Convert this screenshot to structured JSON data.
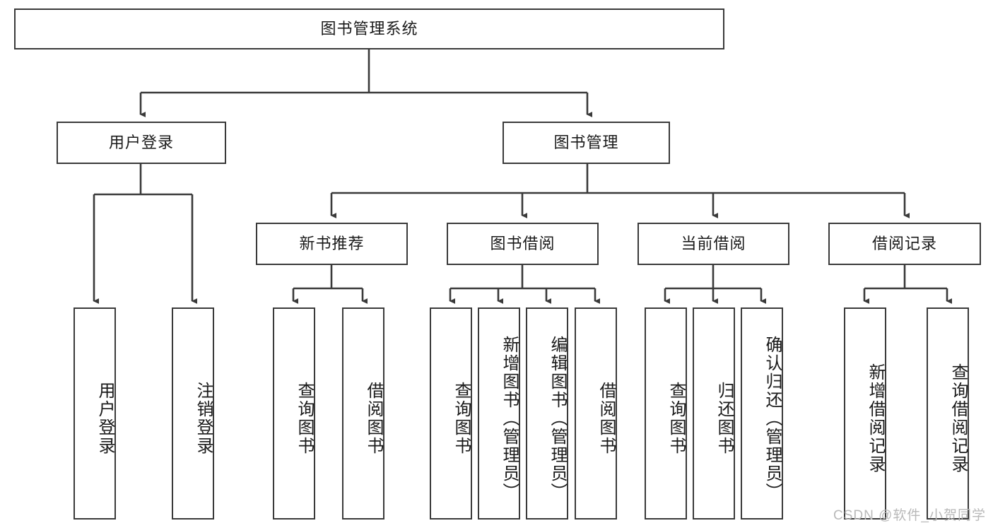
{
  "diagram": {
    "title": "图书管理系统",
    "type": "tree-hierarchy-diagram",
    "root": {
      "id": "root",
      "label": "图书管理系统"
    },
    "level2": [
      {
        "id": "user-login",
        "label": "用户登录"
      },
      {
        "id": "book-manage",
        "label": "图书管理"
      }
    ],
    "level3": [
      {
        "id": "new-book-rec",
        "label": "新书推荐"
      },
      {
        "id": "book-borrow",
        "label": "图书借阅"
      },
      {
        "id": "current-borrow",
        "label": "当前借阅"
      },
      {
        "id": "borrow-record",
        "label": "借阅记录"
      }
    ],
    "leaves": [
      {
        "id": "leaf-user-login",
        "label": "用户登录",
        "parent": "user-login"
      },
      {
        "id": "leaf-logout-login",
        "label": "注销登录",
        "parent": "user-login"
      },
      {
        "id": "leaf-query-book-1",
        "label": "查询图书",
        "parent": "new-book-rec"
      },
      {
        "id": "leaf-borrow-book-1",
        "label": "借阅图书",
        "parent": "new-book-rec"
      },
      {
        "id": "leaf-query-book-2",
        "label": "查询图书",
        "parent": "book-borrow"
      },
      {
        "id": "leaf-add-book",
        "label": "新增图书（管理员）",
        "parent": "book-borrow"
      },
      {
        "id": "leaf-edit-book",
        "label": "编辑图书（管理员）",
        "parent": "book-borrow"
      },
      {
        "id": "leaf-borrow-book-2",
        "label": "借阅图书",
        "parent": "book-borrow"
      },
      {
        "id": "leaf-query-book-3",
        "label": "查询图书",
        "parent": "current-borrow"
      },
      {
        "id": "leaf-return-book",
        "label": "归还图书",
        "parent": "current-borrow"
      },
      {
        "id": "leaf-confirm-return",
        "label": "确认归还（管理员）",
        "parent": "current-borrow"
      },
      {
        "id": "leaf-add-record",
        "label": "新增借阅记录",
        "parent": "borrow-record"
      },
      {
        "id": "leaf-query-record",
        "label": "查询借阅记录",
        "parent": "borrow-record"
      }
    ],
    "colors": {
      "border": "#3a3a3a",
      "background": "#ffffff",
      "text": "#1a1a1a",
      "watermark": "#b9b9b9"
    }
  },
  "watermark": {
    "text": "CSDN @软件_小贺同学"
  }
}
